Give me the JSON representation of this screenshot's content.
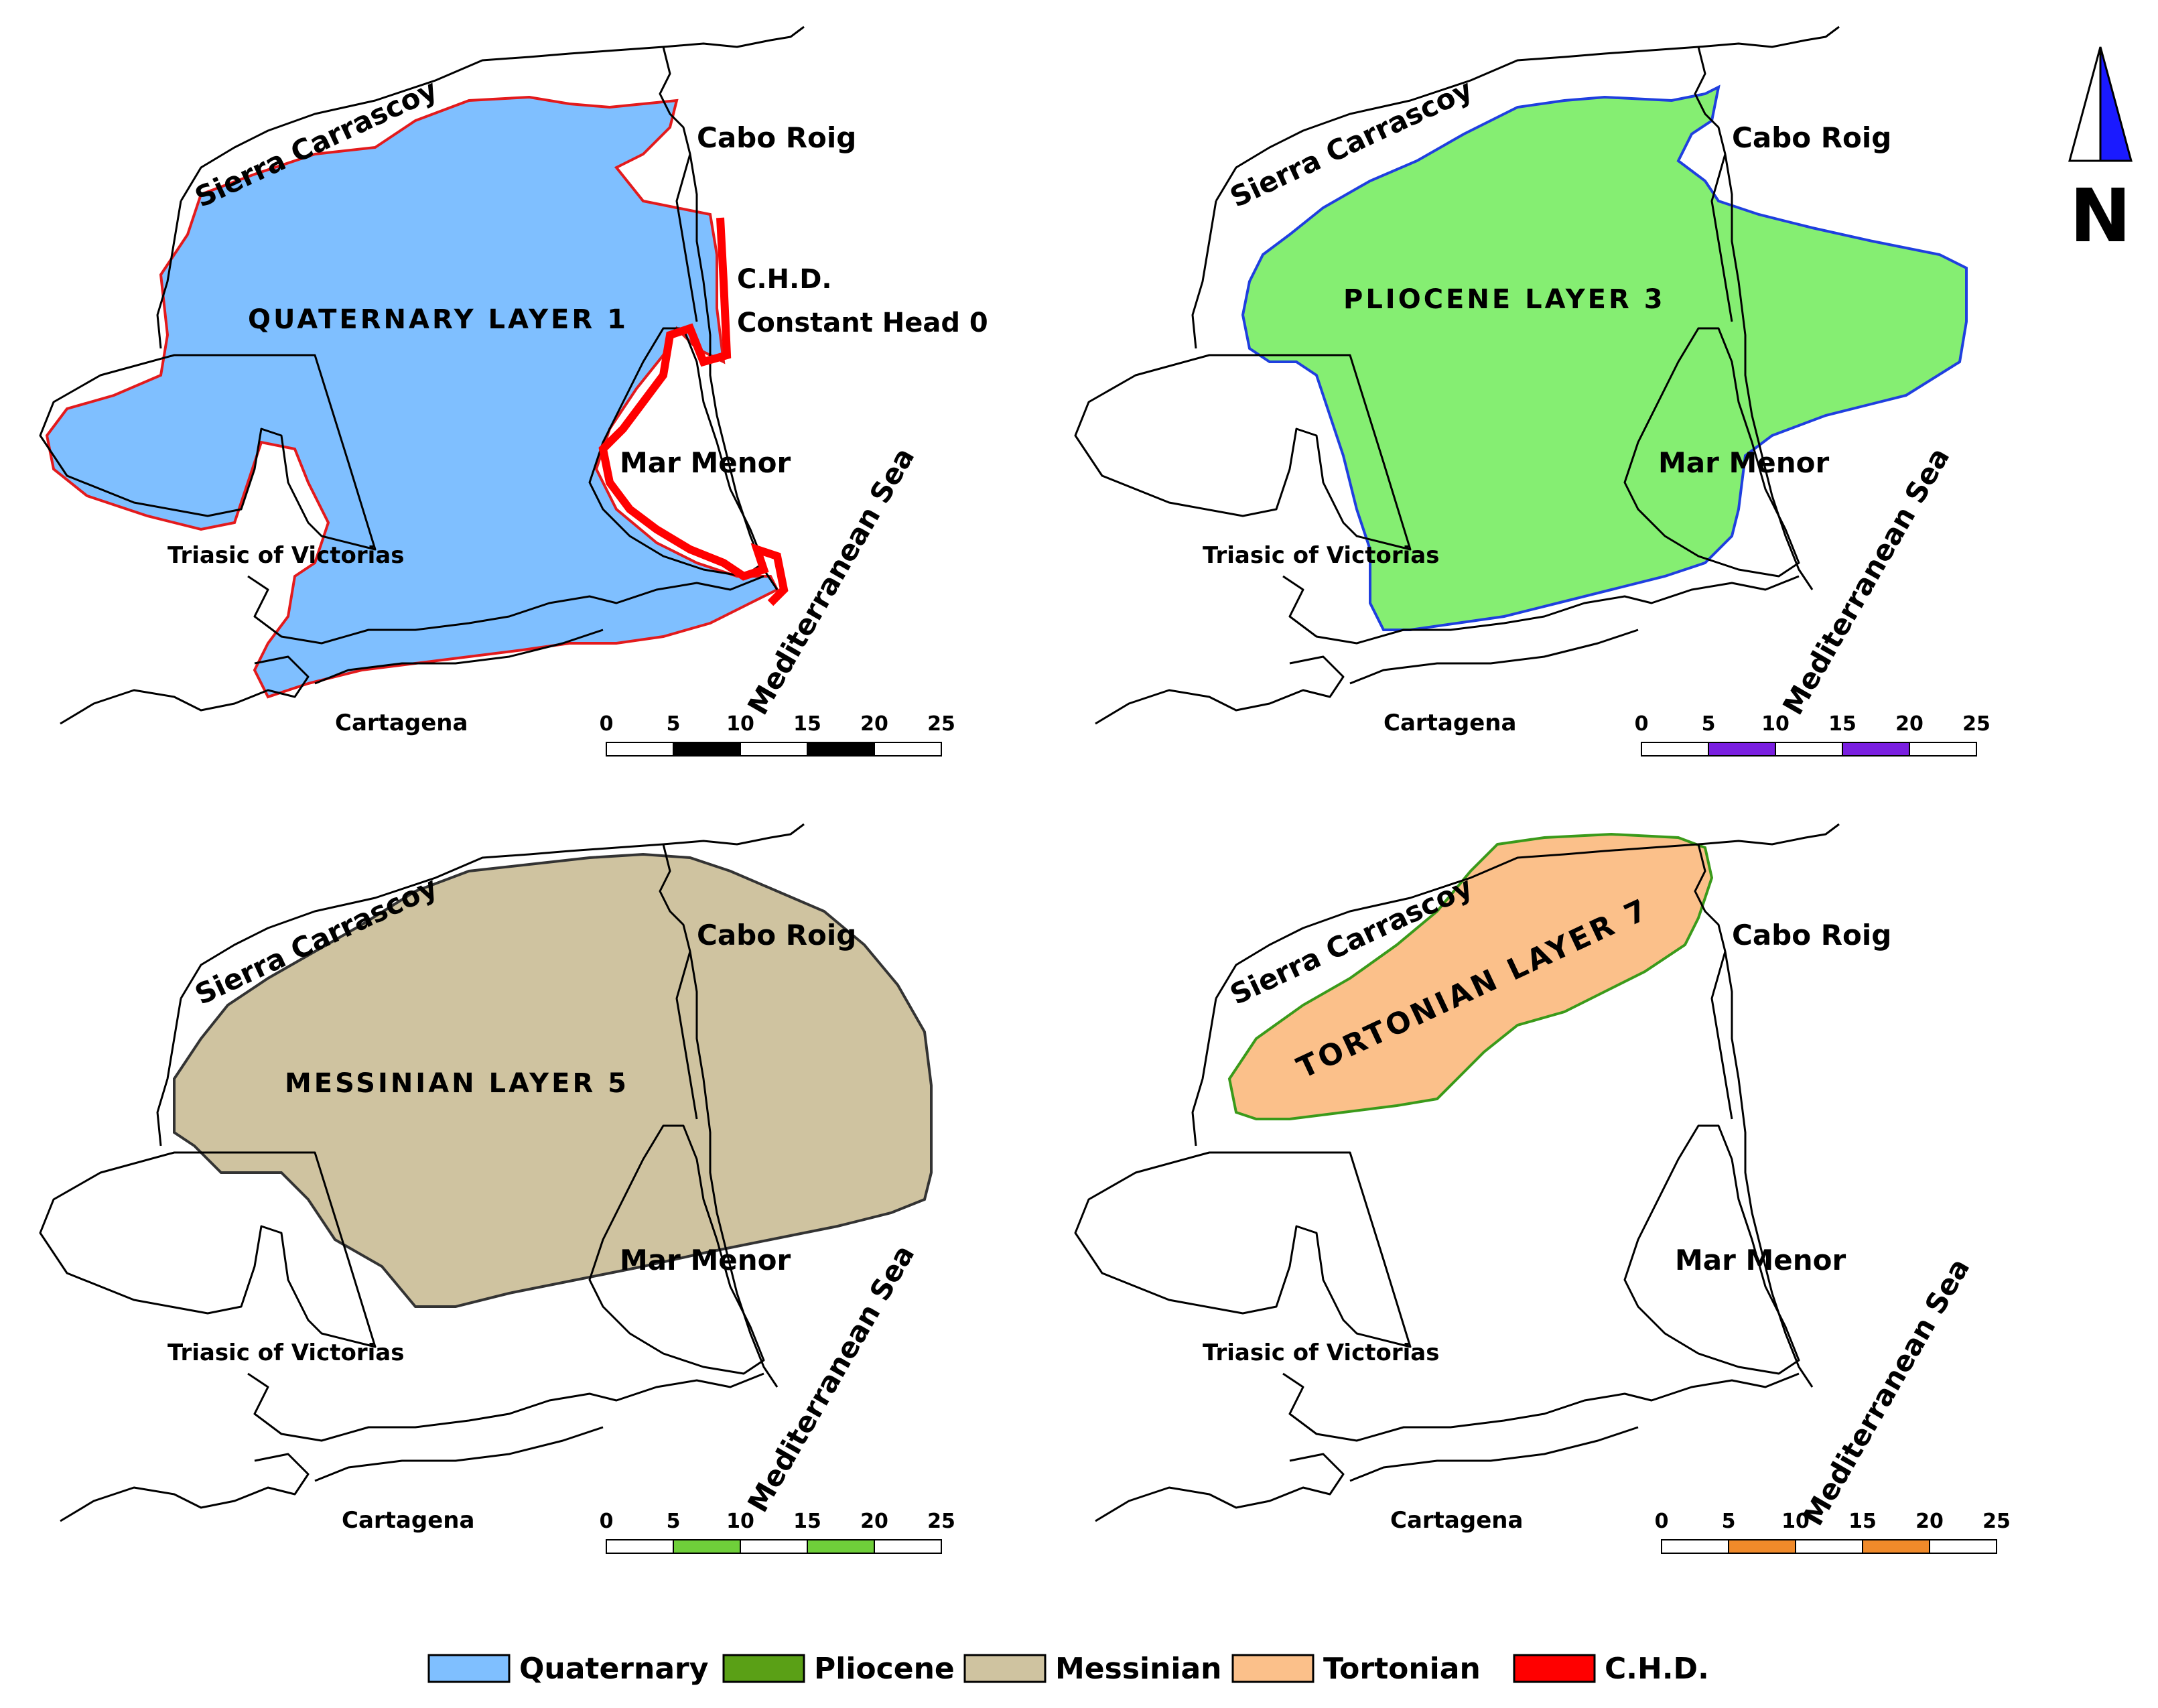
{
  "panels": [
    {
      "id": "quaternary",
      "title": "QUATERNARY LAYER 1",
      "fill": "#7fbfff",
      "outline": "#e31a1c",
      "chd_label_1": "C.H.D.",
      "chd_label_2": "Constant Head 0",
      "scale_color": "#000000"
    },
    {
      "id": "pliocene",
      "title": "PLIOCENE LAYER 3",
      "fill": "#85ee72",
      "outline": "#1f3fdf",
      "scale_color": "#7a1fe0"
    },
    {
      "id": "messinian",
      "title": "MESSINIAN LAYER 5",
      "fill": "#cfc3a0",
      "outline": "#333333",
      "scale_color": "#6fcf3a"
    },
    {
      "id": "tortonian",
      "title": "TORTONIAN LAYER 7",
      "fill": "#fbc08a",
      "outline": "#3a9a1a",
      "scale_color": "#f08a2a"
    }
  ],
  "places": {
    "sierra": "Sierra Carrascoy",
    "cabo": "Cabo Roig",
    "mar_menor": "Mar Menor",
    "triasic": "Triasic of Victorias",
    "cartagena": "Cartagena",
    "med_sea": "Mediterranean Sea"
  },
  "scale_ticks": [
    "0",
    "5",
    "10",
    "15",
    "20",
    "25"
  ],
  "north_label": "N",
  "legend": [
    {
      "label": "Quaternary",
      "color": "#7fbfff"
    },
    {
      "label": "Pliocene",
      "color": "#5aa016"
    },
    {
      "label": "Messinian",
      "color": "#cfc3a0"
    },
    {
      "label": "Tortonian",
      "color": "#fbc08a"
    },
    {
      "label": "C.H.D.",
      "color": "#ff0000"
    }
  ]
}
